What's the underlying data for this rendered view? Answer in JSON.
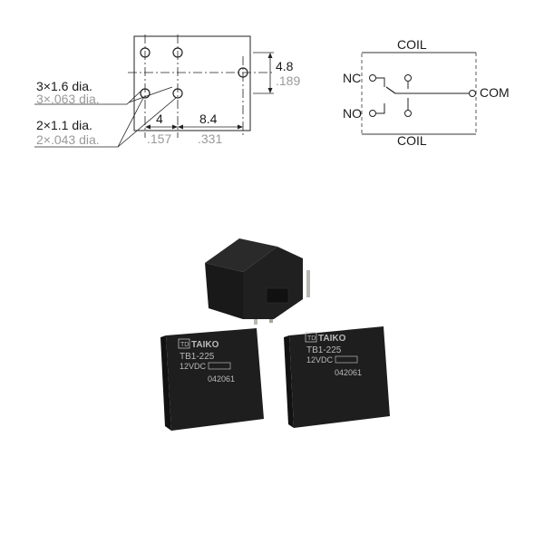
{
  "footprint": {
    "dim_height_mm": "4.8",
    "dim_height_in": ".189",
    "dim_left_mm": "4",
    "dim_left_in": ".157",
    "dim_right_mm": "8.4",
    "dim_right_in": ".331",
    "hole_large_mm": "3×1.6 dia.",
    "hole_large_in": "3×.063 dia.",
    "hole_small_mm": "2×1.1 dia.",
    "hole_small_in": "2×.043 dia."
  },
  "schematic": {
    "coil_top": "COIL",
    "coil_bottom": "COIL",
    "nc": "NC",
    "no": "NO",
    "com": "COM"
  },
  "relay": {
    "brand": "TAIKO",
    "logo": "TD",
    "model": "TB1-225",
    "voltage": "12VDC",
    "lot": "042061",
    "colors": {
      "body": "#1e1e1e",
      "body_side": "#141414",
      "marking": "#b9b9b9",
      "pin": "#b8b8b0"
    }
  }
}
